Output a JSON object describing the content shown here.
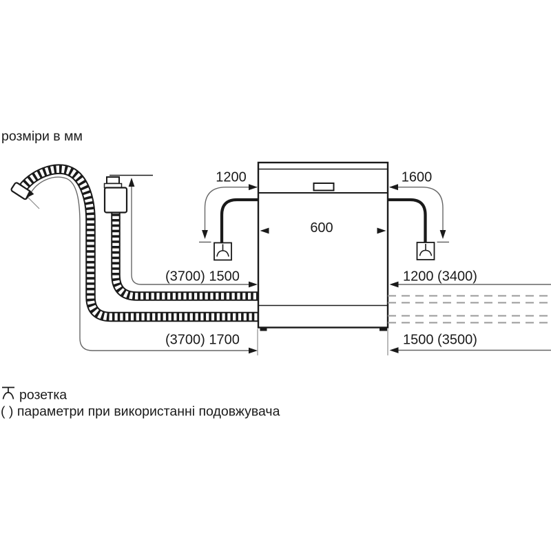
{
  "title": "розміри в мм",
  "diagram": {
    "labels": {
      "cord_left": "1200",
      "cord_right": "1600",
      "appliance_width": "600",
      "supply_hose_left": "(3700) 1500",
      "supply_right": "1200 (3400)",
      "drain_hose_left": "(3700) 1700",
      "drain_right": "1500 (3500)"
    },
    "icons": {
      "socket_left": "socket-outlet-icon",
      "socket_right": "socket-outlet-icon",
      "legend_socket": "socket-outlet-icon"
    },
    "colors": {
      "line": "#1a1a1a",
      "dimension": "#666666",
      "dashed": "#999999",
      "background": "#ffffff"
    }
  },
  "legend": {
    "socket_label": "розетка",
    "note": "( ) параметри при використанні подовжувача"
  }
}
